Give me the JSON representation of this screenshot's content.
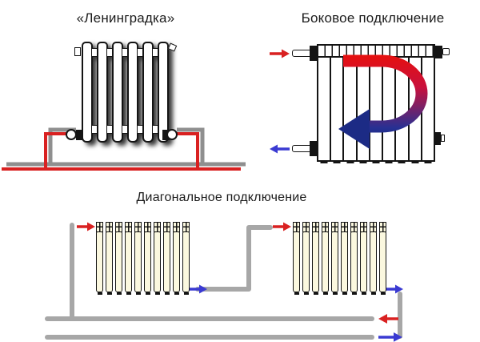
{
  "panels": {
    "leningradka": {
      "title": "«Ленинградка»",
      "radiator_sections": 6,
      "pipe_color": "#d92121",
      "scheme": "bottom single-pipe loop"
    },
    "side": {
      "title": "Боковое подключение",
      "radiator_sections": 9,
      "flow_arrow": "red-to-blue-d-curve",
      "inlet_arrow_color": "#d92121",
      "outlet_arrow_color": "#1c2b85"
    },
    "diagonal": {
      "title": "Диагональное подключение",
      "radiator1_sections": 10,
      "radiator2_sections": 10,
      "pipe_color": "#a7a7a7",
      "supply_arrow_color": "#d92121",
      "return_arrow_color": "#3a3ad2"
    }
  },
  "icons": {
    "valve": "white-circle-valve",
    "supply_arrow": "red-right-arrow",
    "return_arrow": "blue-arrow",
    "flow_loop": "gradient-d-arrow"
  },
  "colors": {
    "supply_red": "#d92121",
    "return_blue": "#3a3ad2",
    "pipe_gray": "#a7a7a7",
    "shadow_gray": "#8f8f8f",
    "cream": "#fbf8df",
    "outline": "#141414",
    "navy": "#1c2b85"
  }
}
